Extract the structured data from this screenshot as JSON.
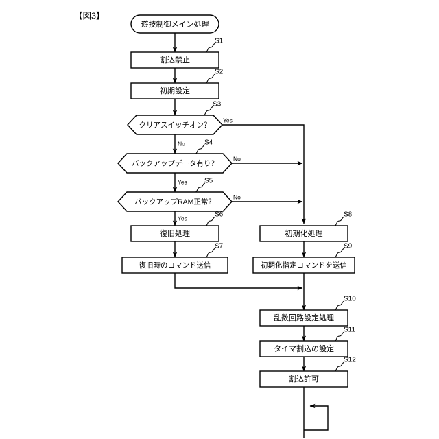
{
  "figure": {
    "label": "【図3】",
    "title_node": "遊技制御メイン処理"
  },
  "steps": {
    "s1": {
      "id": "S1",
      "text": "割込禁止",
      "shape": "process"
    },
    "s2": {
      "id": "S2",
      "text": "初期設定",
      "shape": "process"
    },
    "s3": {
      "id": "S3",
      "text": "クリアスイッチオン？",
      "shape": "decision"
    },
    "s4": {
      "id": "S4",
      "text": "バックアップデータ有り？",
      "shape": "decision"
    },
    "s5": {
      "id": "S5",
      "text": "バックアップRAM正常？",
      "shape": "decision"
    },
    "s6": {
      "id": "S6",
      "text": "復旧処理",
      "shape": "process"
    },
    "s7": {
      "id": "S7",
      "text": "復旧時のコマンド送信",
      "shape": "process"
    },
    "s8": {
      "id": "S8",
      "text": "初期化処理",
      "shape": "process"
    },
    "s9": {
      "id": "S9",
      "text": "初期化指定コマンドを送信",
      "shape": "process"
    },
    "s10": {
      "id": "S10",
      "text": "乱数回路設定処理",
      "shape": "process"
    },
    "s11": {
      "id": "S11",
      "text": "タイマ割込の設定",
      "shape": "process"
    },
    "s12": {
      "id": "S12",
      "text": "割込許可",
      "shape": "process"
    }
  },
  "branches": {
    "s3_yes": "Yes",
    "s3_no": "No",
    "s4_no": "No",
    "s4_yes": "Yes",
    "s5_no": "No",
    "s5_yes": "Yes"
  },
  "colors": {
    "stroke": "#000000",
    "fill": "#ffffff",
    "background": "#ffffff"
  }
}
